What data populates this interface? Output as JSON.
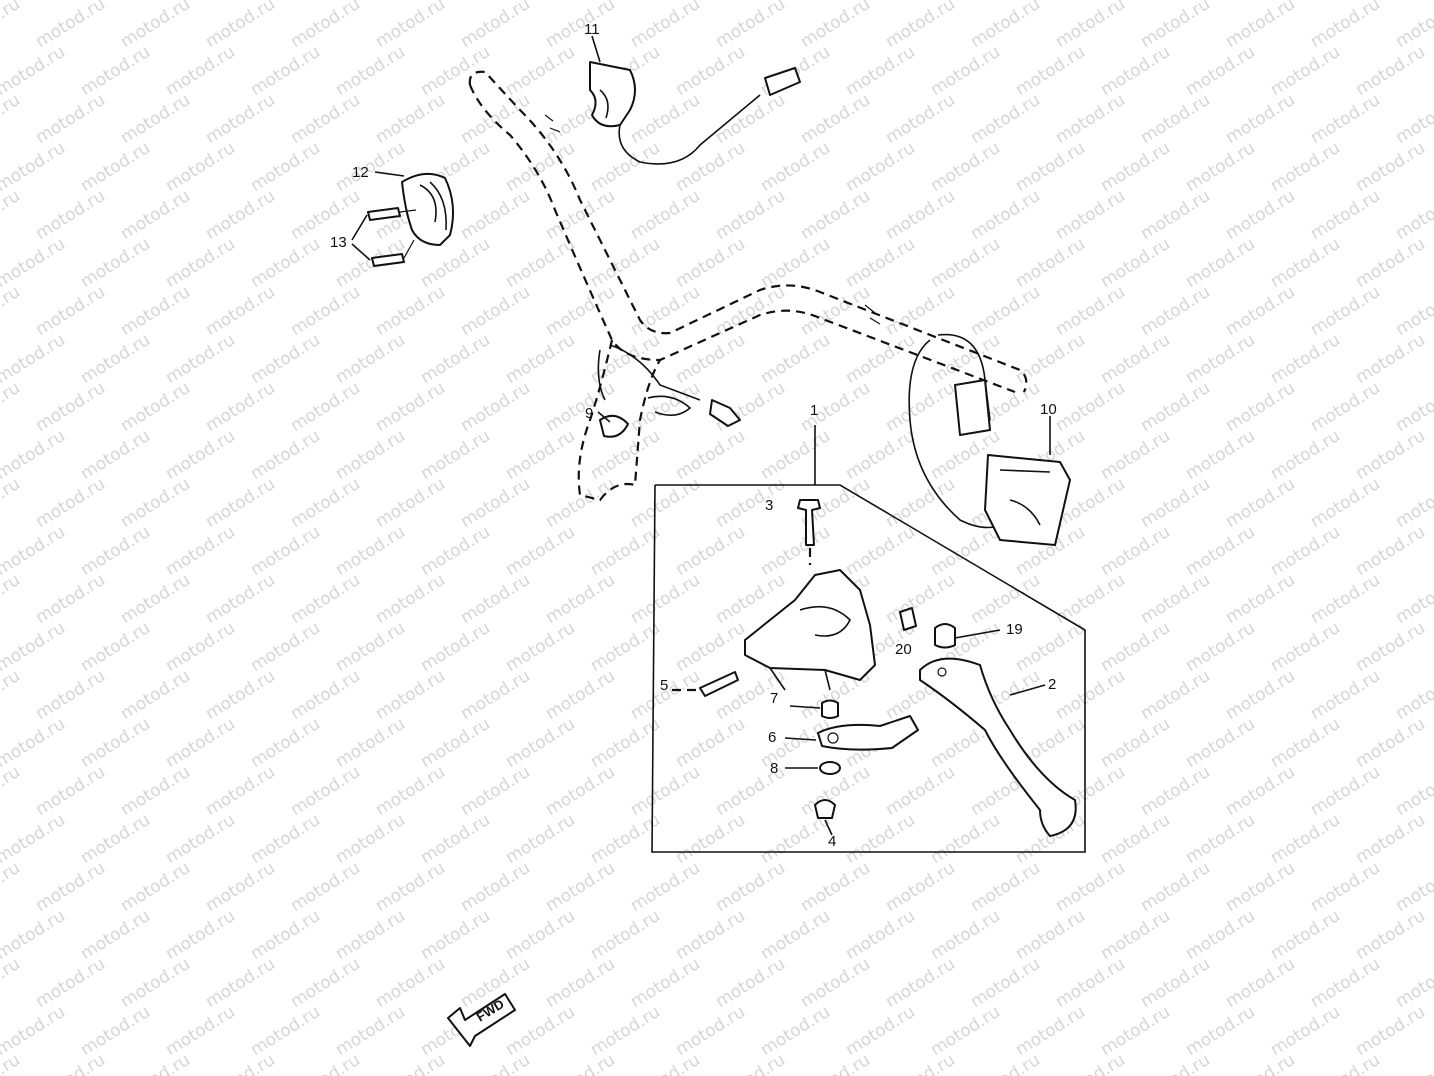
{
  "watermark": {
    "text": "motod.ru"
  },
  "fwd_label": "FWD",
  "callouts": {
    "c1": "1",
    "c2": "2",
    "c3": "3",
    "c4": "4",
    "c5": "5",
    "c6": "6",
    "c7": "7",
    "c8": "8",
    "c9": "9",
    "c10": "10",
    "c11": "11",
    "c12": "12",
    "c13": "13",
    "c19": "19",
    "c20": "20"
  }
}
